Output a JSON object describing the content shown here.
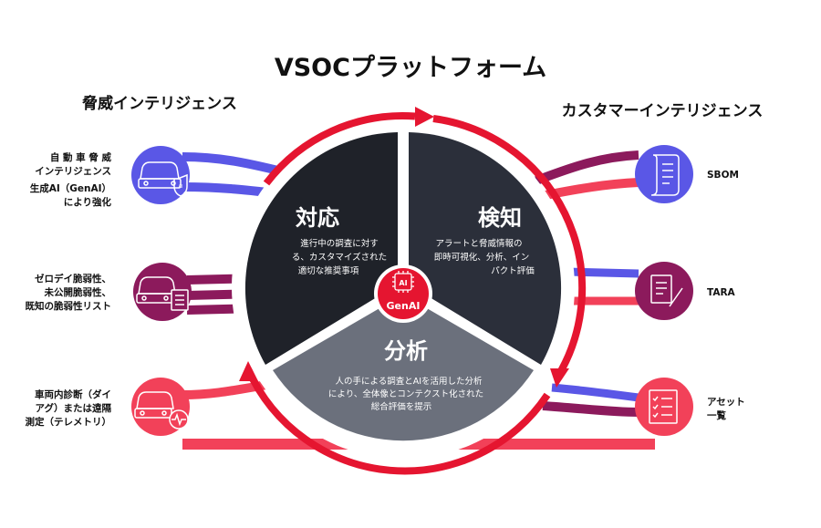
{
  "title": "VSOCプラットフォーム",
  "threat_intelligence": {
    "heading": "脅威インテリジェンス",
    "items": [
      {
        "lines": [
          "自 動 車 脅 威",
          "インテリジェンス",
          "生成AI（GenAI）",
          "により強化"
        ],
        "color": "#5a57e6",
        "icon": "car-shield-icon"
      },
      {
        "lines": [
          "ゼロデイ脆弱性、",
          "未公開脆弱性、",
          "既知の脆弱性リスト"
        ],
        "color": "#8c1a5c",
        "icon": "car-list-icon"
      },
      {
        "lines": [
          "車両内診断（ダイ",
          "アグ）または遠隔",
          "測定（テレメトリ）"
        ],
        "color": "#f24159",
        "icon": "car-pulse-icon"
      }
    ]
  },
  "customer_intelligence": {
    "heading": "カスタマーインテリジェンス",
    "items": [
      {
        "lines": [
          "SBOM"
        ],
        "color": "#5a57e6",
        "icon": "scroll-document-icon"
      },
      {
        "lines": [
          "TARA"
        ],
        "color": "#8c1a5c",
        "icon": "document-pen-icon"
      },
      {
        "lines": [
          "アセット",
          "一覧"
        ],
        "color": "#f24159",
        "icon": "checklist-icon"
      }
    ]
  },
  "cycle": {
    "segments": [
      {
        "title": "対応",
        "lines": [
          "進行中の調査に対す",
          "る、カスタマイズされた",
          "適切な推奨事項"
        ],
        "color": "#1f2229"
      },
      {
        "title": "検知",
        "lines": [
          "アラートと脅威情報の",
          "即時可視化、分析、イン",
          "パクト評価"
        ],
        "color": "#2b2f3a"
      },
      {
        "title": "分析",
        "lines": [
          "人の手による調査とAIを活用した分析",
          "により、全体像とコンテクスト化された",
          "総合評価を提示"
        ],
        "color": "#6b707c"
      }
    ],
    "core": {
      "chip": "AI",
      "label": "GenAI",
      "color": "#e51530"
    },
    "ring_color": "#e51530"
  }
}
